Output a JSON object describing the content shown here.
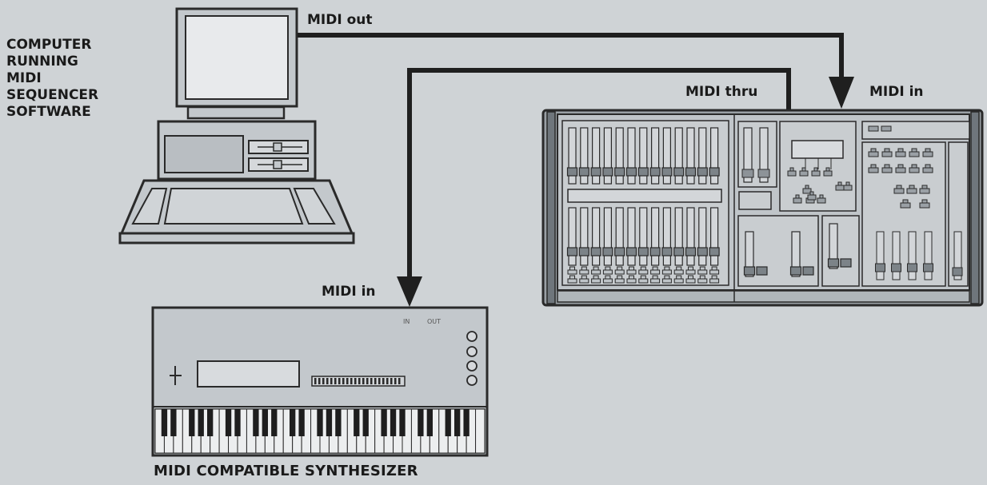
{
  "labels": {
    "computer": [
      "COMPUTER",
      "RUNNING",
      "MIDI",
      "SEQUENCER",
      "SOFTWARE"
    ],
    "midi_out": "MIDI out",
    "midi_thru": "MIDI thru",
    "midi_in_mixer": "MIDI in",
    "midi_in_synth": "MIDI in",
    "synth": "MIDI COMPATIBLE SYNTHESIZER",
    "port_in": "IN",
    "port_out": "OUT"
  },
  "icons": [
    "computer-icon",
    "lighting-console-icon",
    "synthesizer-icon",
    "arrow-down-icon"
  ],
  "colors": {
    "background": "#cfd3d6",
    "device_fill": "#bfc4c8",
    "device_stroke": "#2a2a2a",
    "cable": "#1f1f1f"
  }
}
